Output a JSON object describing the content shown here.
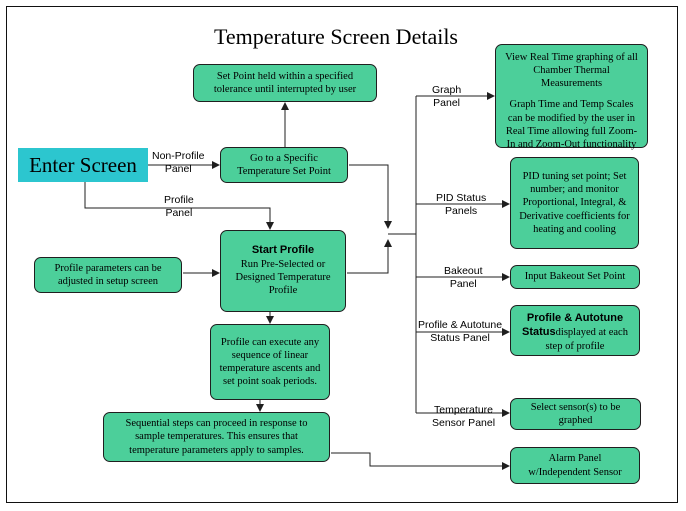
{
  "title": "Temperature Screen Details",
  "enter_screen": "Enter Screen",
  "labels": {
    "non_profile": [
      "Non-Profile",
      "Panel"
    ],
    "profile": [
      "Profile",
      "Panel"
    ],
    "graph": [
      "Graph",
      "Panel"
    ],
    "pid_status": [
      "PID Status",
      "Panels"
    ],
    "bakeout": [
      "Bakeout",
      "Panel"
    ],
    "profile_autotune": [
      "Profile & Autotune",
      "Status Panel"
    ],
    "temperature_sensor": [
      "Temperature",
      "Sensor Panel"
    ]
  },
  "boxes": {
    "set_point_tolerance": "Set Point held within a specified tolerance until interrupted by user",
    "go_to_set_point": "Go to a Specific Temperature Set Point",
    "start_profile_title": "Start Profile",
    "start_profile_body": "Run Pre-Selected or Designed Temperature Profile",
    "profile_params": "Profile parameters can be adjusted in setup screen",
    "profile_execute": "Profile can execute any sequence of linear temperature ascents and set point soak periods.",
    "sequential_steps": "Sequential steps can proceed in response to sample temperatures. This ensures that temperature parameters apply to samples.",
    "graph_p1": "View Real Time graphing of all Chamber Thermal Measurements",
    "graph_p2": "Graph Time and Temp Scales can be modified by the user in Real Time allowing full Zoom-In and Zoom-Out functionality",
    "pid_text": "PID tuning set point; Set number; and monitor Proportional, Integral, & Derivative coefficients for heating and cooling",
    "bakeout_text": "Input Bakeout Set Point",
    "autotune_title": "Profile & Autotune Status",
    "autotune_body": "displayed at each step of profile",
    "sensor_text": "Select sensor(s) to be graphed",
    "alarm_text": "Alarm Panel w/Independent Sensor"
  },
  "colors": {
    "box_fill": "#4ccf9a",
    "enter_fill": "#2cc6cf",
    "line": "#1f1f1f"
  }
}
